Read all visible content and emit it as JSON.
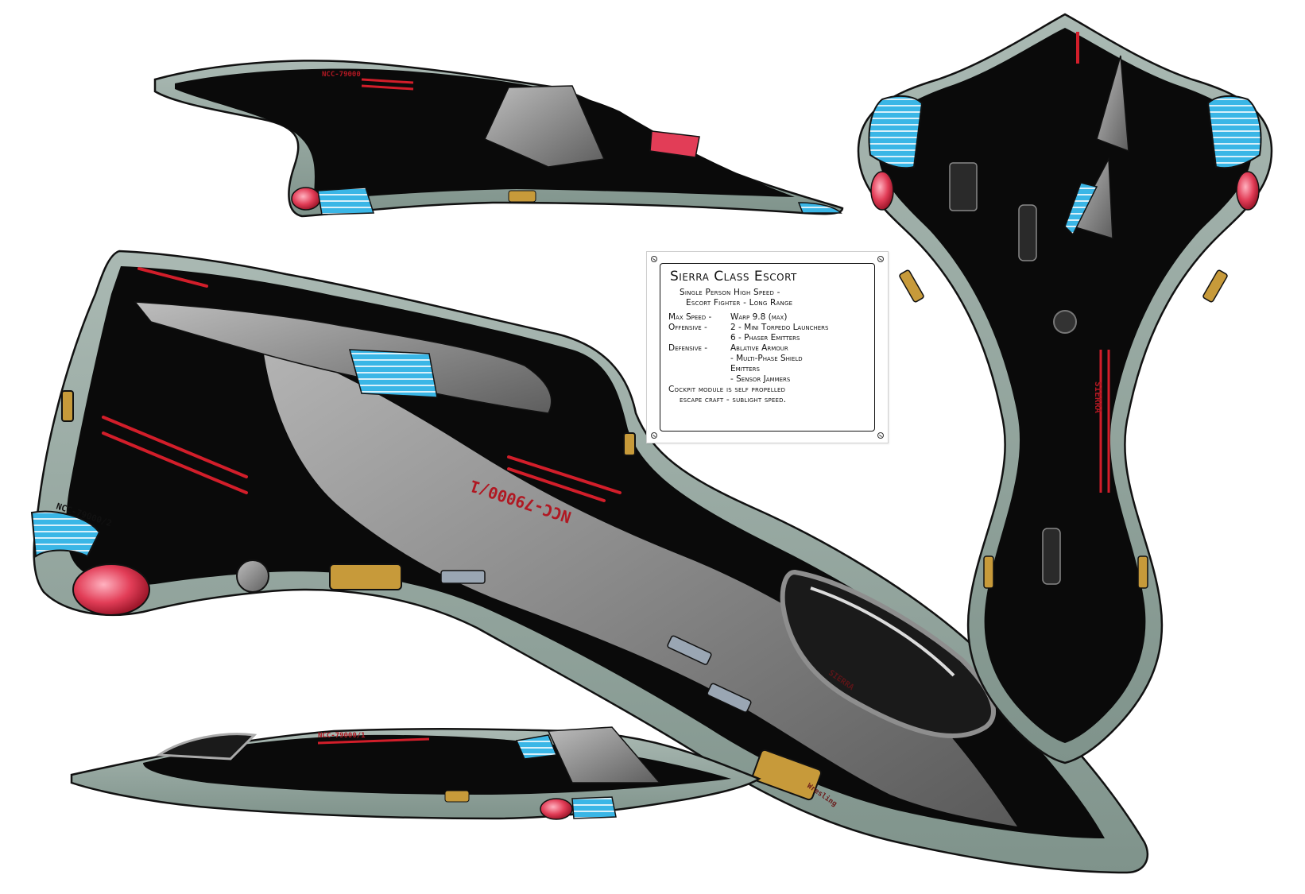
{
  "spec_card": {
    "title": "Sierra Class Escort",
    "subtitle_line1": "Single Person High Speed -",
    "subtitle_line2": "Escort Fighter - Long Range",
    "max_speed_label": "Max Speed -",
    "max_speed_value": "Warp 9.8 (max)",
    "offensive_label": "Offensive -",
    "offensive_value": "2 - Mini Torpedo Launchers",
    "offensive_value2": "6 - Phaser Emitters",
    "defensive_label": "Defensive -",
    "defensive_value": "Ablative Armour",
    "defensive_value2": "- Multi-Phase Shield",
    "defensive_value3": "Emitters",
    "defensive_value4": "- Sensor Jammers",
    "note_line1": "Cockpit module is self propelled",
    "note_line2": "escape craft - sublight speed."
  },
  "hull_markings": {
    "main_registry": "NCC-79000/1",
    "aft_registry": "NCC-79000/2",
    "top_registry": "NCC-79000",
    "cockpit_name": "SIERRA",
    "top_view_name": "SIERRA",
    "bottom_view_registry": "NCC-79000/1",
    "signature": "Wresling"
  },
  "colors": {
    "hull_black": "#0a0a0a",
    "hull_trim": "#8fa39c",
    "metal_gray": "#8c8c8c",
    "glow_blue": "#3fc0ec",
    "glow_red": "#e23d57",
    "accent_gold": "#c79a3a",
    "stripe_red": "#d21e2a"
  }
}
